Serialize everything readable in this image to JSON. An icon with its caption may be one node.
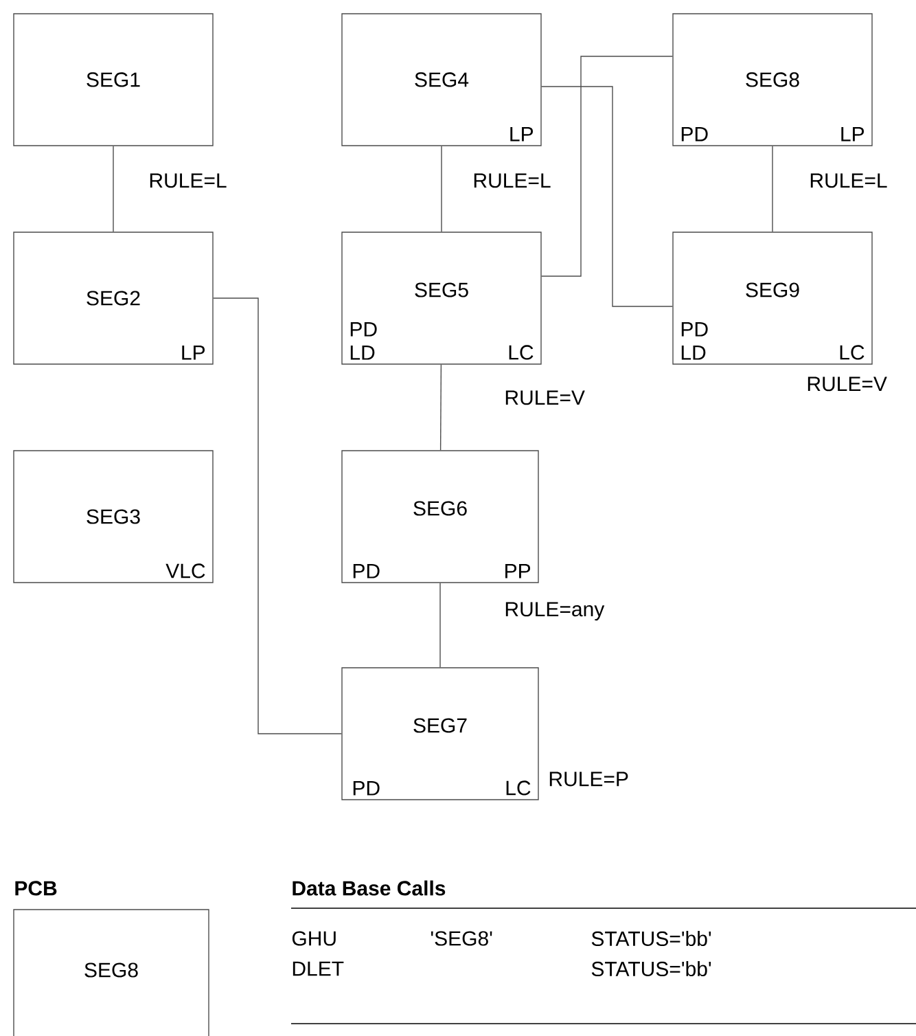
{
  "diagram": {
    "nodes": [
      {
        "text": [
          "SEG1"
        ]
      },
      {
        "text": [
          "SEG2",
          "LP"
        ]
      },
      {
        "text": [
          "SEG3",
          "VLC"
        ]
      },
      {
        "text": [
          "SEG4",
          "LP"
        ]
      },
      {
        "text": [
          "SEG5",
          "PD",
          "LD",
          "LC"
        ]
      },
      {
        "text": [
          "SEG8",
          "PD",
          "LP"
        ]
      },
      {
        "text": [
          "SEG9",
          "PD",
          "LD",
          "LC"
        ],
        "beside": [
          "RULE=V"
        ]
      },
      {
        "text": [
          "SEG6",
          "PD",
          "PP"
        ]
      },
      {
        "text": [
          "SEG7",
          "PD",
          "LC"
        ],
        "beside": [
          "RULE=P"
        ]
      },
      {
        "text": [
          "PCB",
          "SEG8"
        ]
      }
    ],
    "edges": [
      {
        "from": 0,
        "to": 1,
        "arrow": "none",
        "label": "RULE=L"
      },
      {
        "from": 3,
        "to": 4,
        "arrow": "none",
        "label": "RULE=L"
      },
      {
        "from": 5,
        "to": 6,
        "arrow": "none",
        "label": "RULE=L"
      },
      {
        "from": 4,
        "to": 5,
        "arrow": "none"
      },
      {
        "from": 3,
        "to": 6,
        "arrow": "none"
      },
      {
        "from": 1,
        "to": 8,
        "arrow": "none"
      },
      {
        "from": 4,
        "to": 7,
        "arrow": "none",
        "label": "RULE=V"
      },
      {
        "from": 7,
        "to": 8,
        "arrow": "none",
        "label": "RULE=any"
      }
    ],
    "labels": [
      "Data Base Calls",
      "GHU",
      "'SEG8'",
      "STATUS='bb'",
      "DLET",
      "STATUS='bb'"
    ]
  }
}
